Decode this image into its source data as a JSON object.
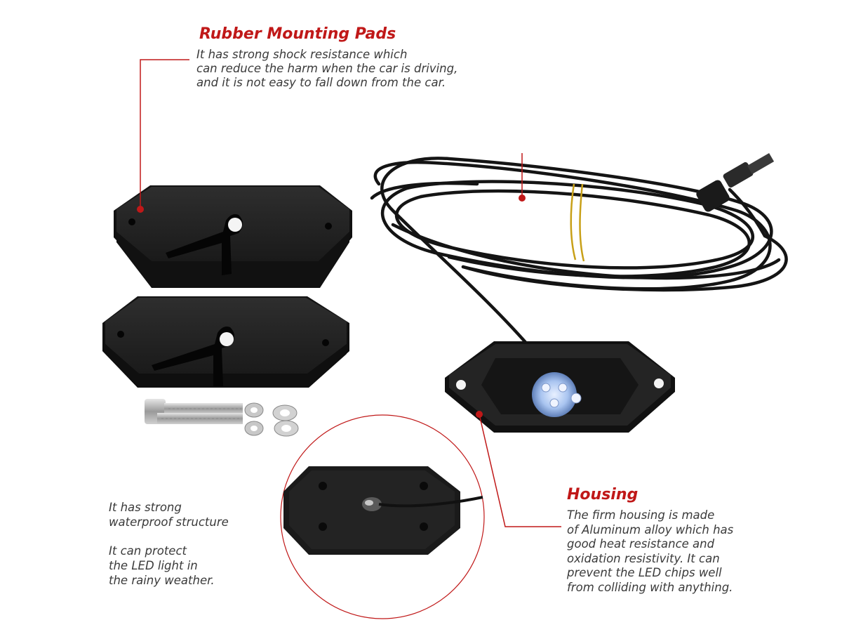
{
  "callouts": {
    "rubber_pads": {
      "title": "Rubber Mounting Pads",
      "lines": [
        "It has strong shock resistance which",
        "can reduce the harm when the car is driving,",
        "and it is not easy to fall down from the car."
      ]
    },
    "housing": {
      "title": "Housing",
      "lines": [
        "The firm housing is made",
        "of Aluminum alloy which has",
        "good heat resistance and",
        "oxidation resistivity. It can",
        "prevent the LED chips well",
        "from colliding with anything."
      ]
    },
    "waterproof": {
      "lines_1": [
        "It has strong",
        "waterproof structure"
      ],
      "lines_2": [
        "It can protect",
        "the LED light in",
        "the rainy weather."
      ]
    }
  },
  "colors": {
    "accent": "#c01818",
    "text": "#3a3a3a",
    "product": "#1c1c1c",
    "led": "#a9c4f0"
  }
}
